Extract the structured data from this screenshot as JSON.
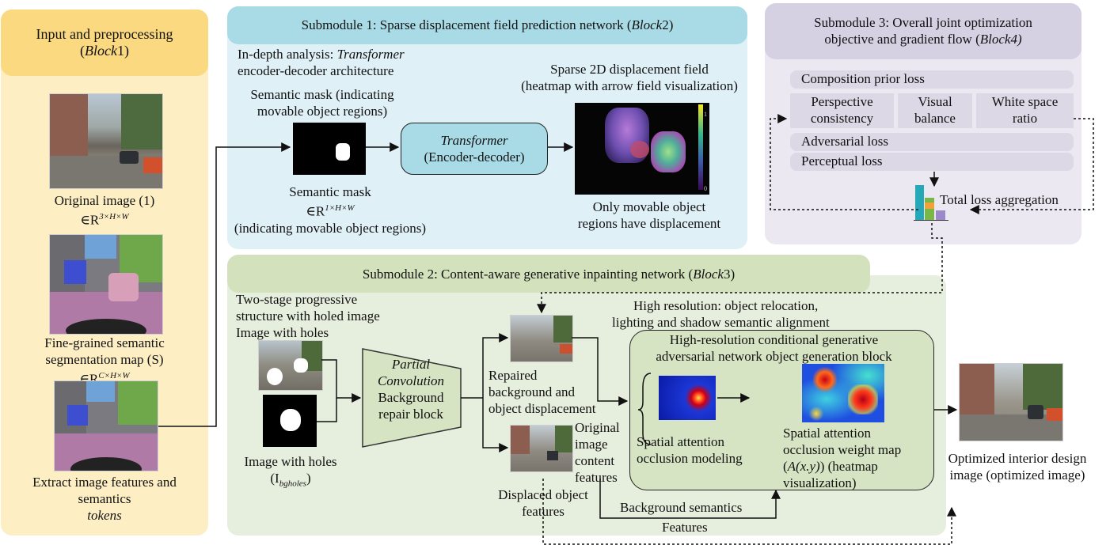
{
  "input_panel": {
    "title_line1": "Input and preprocessing",
    "title_line2_pre": "(",
    "title_line2_block": "Block",
    "title_line2_post": "1)",
    "orig_caption_line1": "Original image (1)",
    "orig_caption_line2": "∈R",
    "orig_caption_sup": "3×H×W",
    "seg_caption_line1": "Fine-grained semantic",
    "seg_caption_line2": "segmentation map (S)",
    "seg_caption_line3": "∈R",
    "seg_caption_sup": "C×H×W",
    "feat_caption_line1": "Extract image features and",
    "feat_caption_line2": "semantics",
    "feat_caption_line3": "tokens"
  },
  "submodule1": {
    "title_pre": "Submodule 1: Sparse displacement field prediction network (",
    "title_block": "Block",
    "title_post": "2)",
    "analysis_line1_pre": "In-depth analysis: ",
    "analysis_line1_em": "Transformer",
    "analysis_line2": "encoder-decoder architecture",
    "mask_top_line1": "Semantic mask (indicating",
    "mask_top_line2": "movable object regions)",
    "mask_bottom_line1": "Semantic mask",
    "mask_bottom_line2": "∈R",
    "mask_bottom_sup": "1×H×W",
    "mask_bottom_line3": "(indicating movable object regions)",
    "transformer_line1": "Transformer",
    "transformer_line2": "(Encoder-decoder)",
    "field_line1": "Sparse 2D displacement field",
    "field_line2": "(heatmap with arrow field visualization)",
    "field_bottom_line1": "Only movable object",
    "field_bottom_line2": "regions have displacement",
    "colorbar_top": "1",
    "colorbar_bottom": "0"
  },
  "submodule3": {
    "title_line1": "Submodule 3: Overall joint optimization",
    "title_line2_pre": "objective and gradient flow (",
    "title_line2_block": "Block4)",
    "composition": "Composition prior loss",
    "perspective_line1": "Perspective",
    "perspective_line2": "consistency",
    "visual_line1": "Visual",
    "visual_line2": "balance",
    "white_line1": "White space",
    "white_line2": "ratio",
    "adversarial": "Adversarial loss",
    "perceptual": "Perceptual loss",
    "total": "Total loss aggregation"
  },
  "submodule2": {
    "title_pre": "Submodule 2: Content-aware generative inpainting network (",
    "title_block": "Block",
    "title_post": "3)",
    "two_stage_line1": "Two-stage progressive",
    "two_stage_line2": "structure with holed image",
    "holes_top": "Image with holes",
    "holes_bottom": "Image with holes",
    "holes_symbol": "(I",
    "holes_sub": "bgholes",
    "holes_close": ")",
    "partial_line1": "Partial",
    "partial_line2": "Convolution",
    "partial_line3": "Background",
    "partial_line4": "repair block",
    "repaired_line1": "Repaired",
    "repaired_line2": "background and",
    "repaired_line3": "object displacement",
    "original_line1": "Original",
    "original_line2": "image",
    "original_line3": "content",
    "original_line4": "features",
    "displaced_line1": "Displaced object",
    "displaced_line2": "features",
    "highres_line1": "High resolution: object relocation,",
    "highres_line2": "lighting and shadow semantic alignment",
    "gan_line1": "High-resolution conditional generative",
    "gan_line2": "adversarial network object generation block",
    "spatial_line1": "Spatial attention",
    "spatial_line2": "occlusion modeling",
    "weight_line1": "Spatial attention",
    "weight_line2": "occlusion weight map",
    "weight_line3_pre": "(",
    "weight_line3_em": "A(x.y)",
    "weight_line3_post": ") (heatmap",
    "weight_line4": "visualization)",
    "bg_semantics": "Background semantics",
    "features": "Features"
  },
  "output": {
    "line1": "Optimized interior design",
    "line2": "image (optimized image)"
  },
  "colors": {
    "input_panel": "#fdeec4",
    "input_header": "#fbd980",
    "sub1_panel": "#dff0f7",
    "sub1_header": "#a8dbe6",
    "sub2_panel": "#e6eedd",
    "sub2_header": "#d3e2bd",
    "sub3_panel": "#ebe8f1",
    "sub3_header": "#d6d0e3",
    "loss_pill": "#dcd8e6",
    "partial_conv": "#d7e4c3",
    "gan_box": "#d7e4c3"
  }
}
